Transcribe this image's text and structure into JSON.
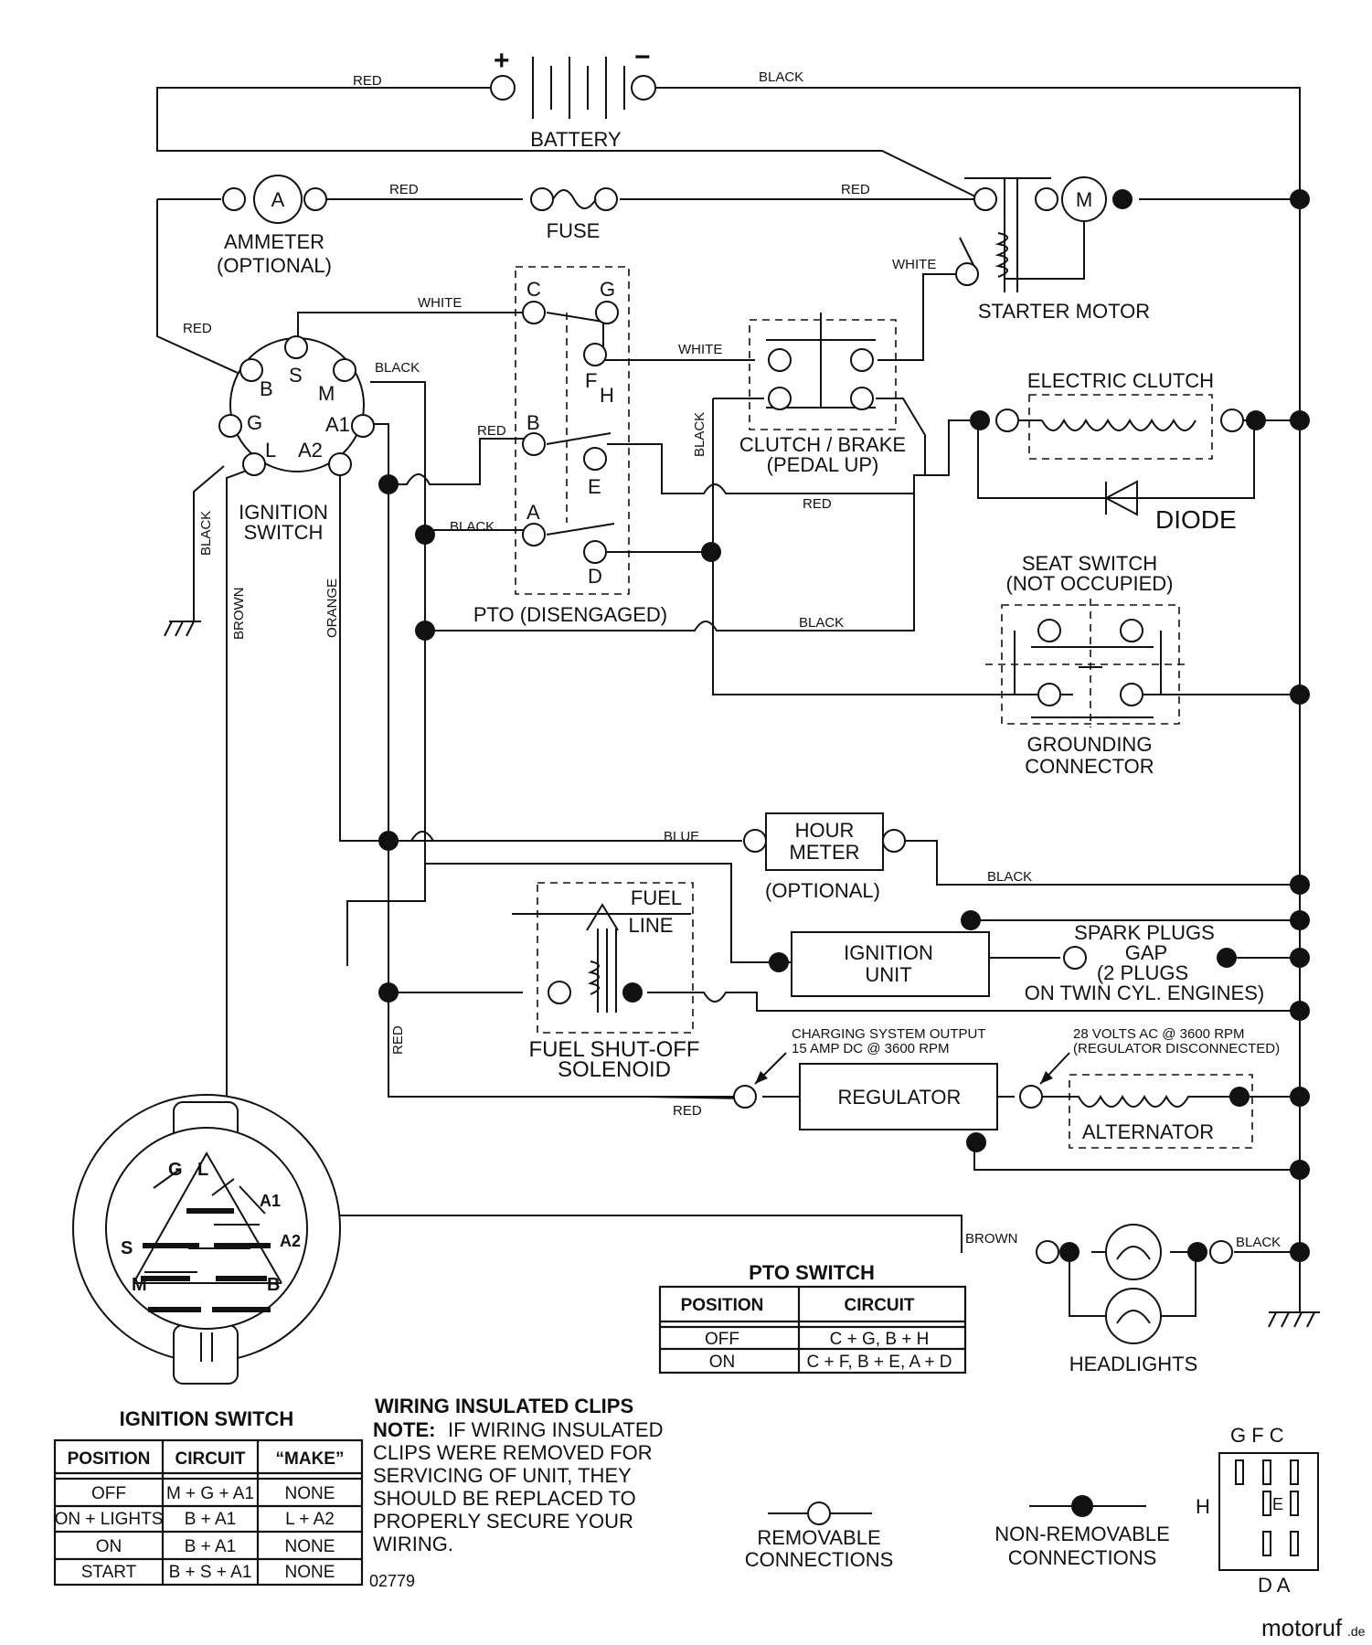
{
  "components": {
    "battery": "BATTERY",
    "battery_plus": "+",
    "battery_minus": "−",
    "ammeter": "AMMETER",
    "ammeter_optional": "(OPTIONAL)",
    "ammeter_symbol": "A",
    "fuse": "FUSE",
    "starter_motor": "STARTER MOTOR",
    "motor_symbol": "M",
    "electric_clutch": "ELECTRIC CLUTCH",
    "diode": "DIODE",
    "clutch_brake": "CLUTCH / BRAKE",
    "clutch_brake_state": "(PEDAL UP)",
    "pto": "PTO (DISENGAGED)",
    "ignition_switch": [
      "IGNITION",
      "SWITCH"
    ],
    "seat_switch": "SEAT SWITCH",
    "seat_switch_state": "(NOT OCCUPIED)",
    "grounding_connector": [
      "GROUNDING",
      "CONNECTOR"
    ],
    "hour_meter": [
      "HOUR",
      "METER"
    ],
    "hour_meter_optional": "(OPTIONAL)",
    "fuel_line": [
      "FUEL",
      "LINE"
    ],
    "fuel_solenoid": [
      "FUEL SHUT-OFF",
      "SOLENOID"
    ],
    "ignition_unit": [
      "IGNITION",
      "UNIT"
    ],
    "spark_plugs": [
      "SPARK PLUGS",
      "GAP",
      "(2 PLUGS",
      "ON TWIN CYL. ENGINES)"
    ],
    "charging_output": [
      "CHARGING SYSTEM OUTPUT",
      "15 AMP DC @ 3600 RPM"
    ],
    "regulator": "REGULATOR",
    "volts_ac": [
      "28 VOLTS AC @ 3600 RPM",
      "(REGULATOR DISCONNECTED)"
    ],
    "alternator": "ALTERNATOR",
    "headlights": "HEADLIGHTS"
  },
  "terminals": {
    "ignition": [
      "B",
      "S",
      "M",
      "G",
      "A1",
      "L",
      "A2"
    ],
    "pto": [
      "C",
      "G",
      "F",
      "H",
      "B",
      "E",
      "A",
      "D"
    ]
  },
  "wires": {
    "red": "RED",
    "black": "BLACK",
    "white": "WHITE",
    "brown": "BROWN",
    "orange": "ORANGE",
    "blue": "BLUE"
  },
  "switch_face": {
    "labels": [
      "G",
      "L",
      "A1",
      "S",
      "A2",
      "M",
      "B"
    ]
  },
  "pto_table": {
    "title": "PTO SWITCH",
    "headers": [
      "POSITION",
      "CIRCUIT"
    ],
    "rows": [
      [
        "OFF",
        "C + G, B + H"
      ],
      [
        "ON",
        "C + F, B + E, A + D"
      ]
    ]
  },
  "ignition_table": {
    "title": "IGNITION SWITCH",
    "headers": [
      "POSITION",
      "CIRCUIT",
      "“MAKE”"
    ],
    "rows": [
      [
        "OFF",
        "M + G + A1",
        "NONE"
      ],
      [
        "ON + LIGHTS",
        "B + A1",
        "L + A2"
      ],
      [
        "ON",
        "B + A1",
        "NONE"
      ],
      [
        "START",
        "B + S + A1",
        "NONE"
      ]
    ]
  },
  "note": {
    "title": "WIRING INSULATED CLIPS",
    "lead": "NOTE:",
    "lines": [
      "IF WIRING INSULATED",
      "CLIPS WERE REMOVED FOR",
      "SERVICING OF UNIT, THEY",
      "SHOULD BE REPLACED TO",
      "PROPERLY SECURE YOUR",
      "WIRING."
    ]
  },
  "legend": {
    "removable": [
      "REMOVABLE",
      "CONNECTIONS"
    ],
    "non_removable": [
      "NON-REMOVABLE",
      "CONNECTIONS"
    ]
  },
  "pto_terminal_diagram": {
    "top": "G F C",
    "side": "H",
    "middle": "E",
    "bottom": "D A"
  },
  "part_number": "02779",
  "watermark": "motoruf",
  "watermark_suffix": ".de"
}
